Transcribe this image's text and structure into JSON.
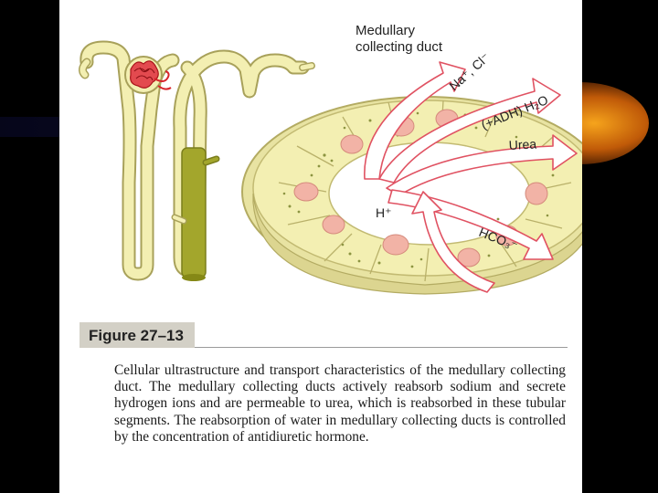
{
  "diagram": {
    "structure_label": "Medullary\ncollecting duct",
    "arrows": [
      {
        "label": "Na⁺, Cl⁻",
        "direction": "out"
      },
      {
        "label": "(+ADH) H₂O",
        "direction": "out"
      },
      {
        "label": "Urea",
        "direction": "out"
      },
      {
        "label": "HCO₃⁻",
        "direction": "out"
      },
      {
        "label": "H⁺",
        "direction": "in"
      }
    ]
  },
  "figure": {
    "number": "Figure 27–13",
    "caption": "Cellular ultrastructure and transport characteristics of the medullary collecting duct. The medullary collecting ducts actively reabsorb sodium and secrete hydrogen ions and are permeable to urea, which is reabsorbed in these tubular segments. The reabsorption of water in medullary collecting ducts is controlled by the concentration of antidiuretic hormone."
  },
  "colors": {
    "tubule_fill": "#f3efb2",
    "tubule_outline": "#a8a15a",
    "collecting_duct": "#a3a62c",
    "glomerulus": "#d8232a",
    "nucleus": "#f2b3a6",
    "arrow_fill": "#ffffff",
    "arrow_outline": "#e05262",
    "figure_label_bg": "#d3d0c6"
  }
}
